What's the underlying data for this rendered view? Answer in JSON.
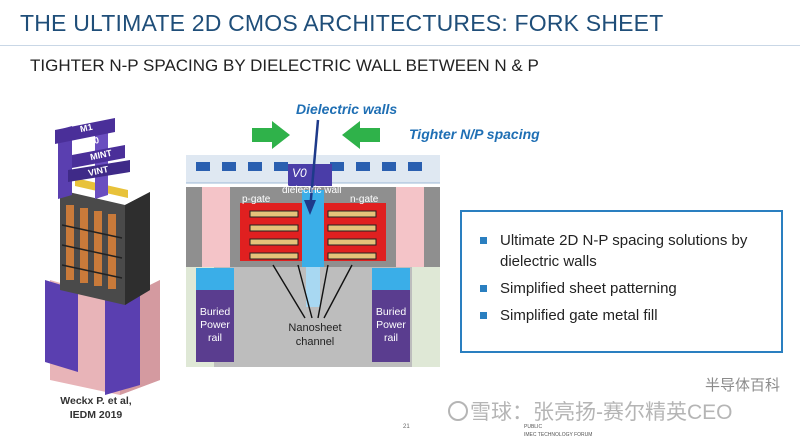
{
  "slide": {
    "title": "THE ULTIMATE 2D CMOS ARCHITECTURES: FORK SHEET",
    "subtitle": "TIGHTER N-P SPACING BY DIELECTRIC WALL BETWEEN N & P"
  },
  "left_figure": {
    "labels": [
      "M1",
      "V0",
      "MINT",
      "VINT"
    ],
    "citation_line1": "Weckx P. et al,",
    "citation_line2": "IEDM 2019"
  },
  "center_figure": {
    "callout_dielectric_walls": "Dielectric walls",
    "callout_tighter_spacing": "Tighter N/P spacing",
    "label_v0": "V0",
    "label_dielectric_wall": "dielectric wall",
    "label_p_gate": "p-gate",
    "label_n_gate": "n-gate",
    "label_buried_power_rail": [
      "Buried",
      "Power",
      "rail"
    ],
    "label_nanosheet_channel": [
      "Nanosheet",
      "channel"
    ]
  },
  "bullets": [
    "Ultimate 2D N-P spacing solutions by dielectric walls",
    "Simplified sheet patterning",
    "Simplified gate metal fill"
  ],
  "footer": {
    "page_number": "21",
    "left_text": "PUBLIC",
    "right_text": "IMEC TECHNOLOGY FORUM"
  },
  "watermark": {
    "main": "雪球：张亮扬-赛尔精英CEO",
    "top": "半导体百科"
  },
  "colors": {
    "title_blue": "#1f4e79",
    "accent_blue": "#2a7fc0",
    "arrow_green": "#2fb24a",
    "gate_red": "#e02020",
    "rail_purple": "#5a3d8f"
  }
}
